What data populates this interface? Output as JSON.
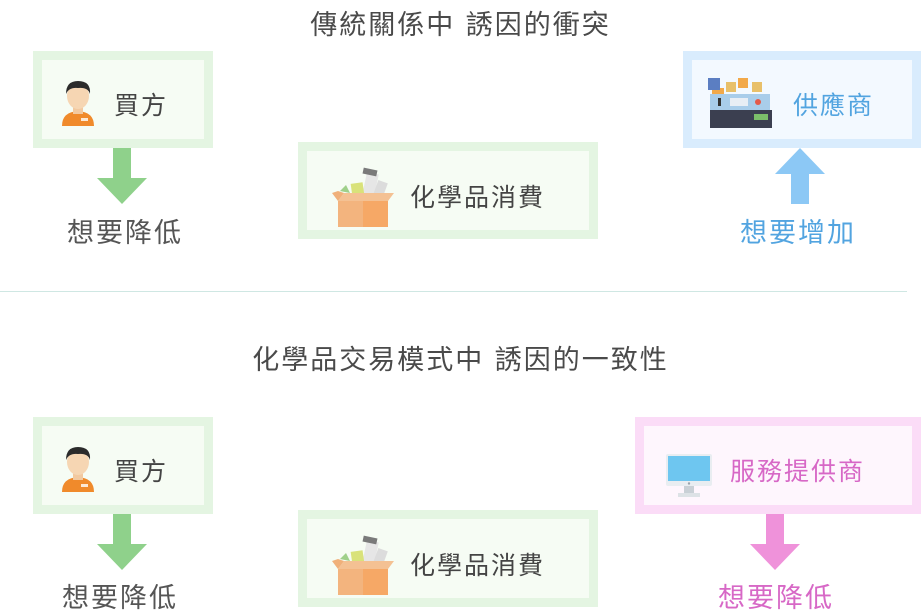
{
  "top": {
    "title": "傳統關係中 誘因的衝突",
    "buyer": {
      "label": "買方",
      "caption": "想要降低",
      "icon": "person-icon"
    },
    "center": {
      "label": "化學品消費",
      "icon": "chemical-box-icon"
    },
    "supplier": {
      "label": "供應商",
      "caption": "想要增加",
      "icon": "factory-icon"
    }
  },
  "bottom": {
    "title": "化學品交易模式中 誘因的一致性",
    "buyer": {
      "label": "買方",
      "caption": "想要降低",
      "icon": "person-icon"
    },
    "center": {
      "label": "化學品消費",
      "icon": "chemical-box-icon"
    },
    "provider": {
      "label": "服務提供商",
      "caption": "想要降低",
      "icon": "computer-monitor-icon"
    }
  },
  "colors": {
    "green_arrow": "#8fd18b",
    "blue_arrow": "#8cc8f5",
    "pink_arrow": "#ef92da",
    "green_text": "#555555",
    "blue_text": "#52a4e0",
    "pink_text": "#d768c6"
  }
}
